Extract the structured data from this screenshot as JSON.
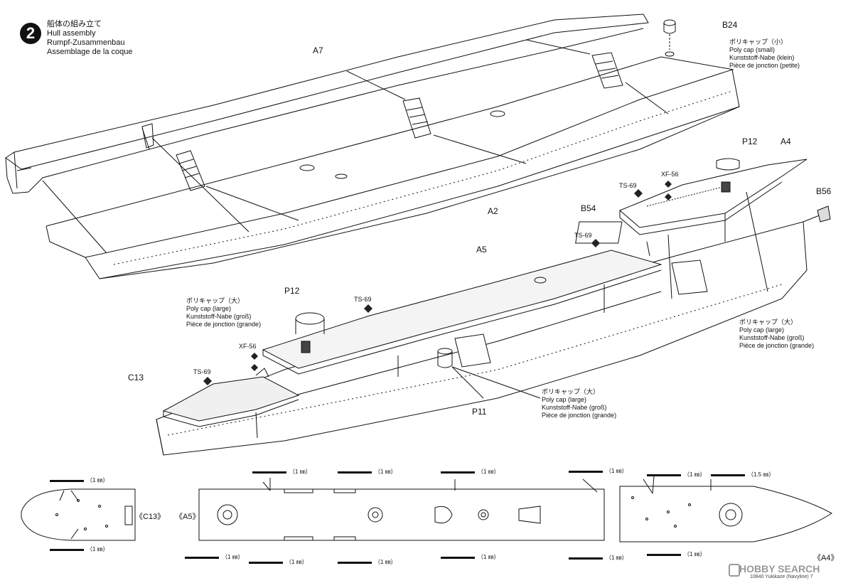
{
  "step": {
    "number": "2",
    "title_jp": "船体の組み立て",
    "title_en": "Hull assembly",
    "title_de": "Rumpf-Zusammenbau",
    "title_fr": "Assemblage de la coque"
  },
  "parts": {
    "b24": "B24",
    "a7": "A7",
    "a2": "A2",
    "p12_top": "P12",
    "a4": "A4",
    "b56": "B56",
    "b54": "B54",
    "a5": "A5",
    "p12_mid": "P12",
    "c13": "C13",
    "p11": "P11"
  },
  "paints": {
    "ts69_a": "TS-69",
    "ts69_b": "TS-69",
    "ts69_c": "TS-69",
    "ts69_d": "TS-69",
    "xf56_a": "XF-56",
    "xf56_b": "XF-56"
  },
  "notes": {
    "small_cap": {
      "jp": "ポリキャップ（小）",
      "en": "Poly cap (small)",
      "de": "Kunststoff-Nabe (klein)",
      "fr": "Pièce de jonction (petite)"
    },
    "large_cap_left": {
      "jp": "ポリキャップ（大）",
      "en": "Poly cap (large)",
      "de": "Kunststoff-Nabe (groß)",
      "fr": "Pièce de jonction (grande)"
    },
    "large_cap_right": {
      "jp": "ポリキャップ（大）",
      "en": "Poly cap (large)",
      "de": "Kunststoff-Nabe (groß)",
      "fr": "Pièce de jonction (grande)"
    },
    "large_cap_bottom": {
      "jp": "ポリキャップ（大）",
      "en": "Poly cap (large)",
      "de": "Kunststoff-Nabe (groß)",
      "fr": "Pièce de jonction (grande)"
    }
  },
  "drill": {
    "d1": "（1 ㎜）",
    "d2": "（1 ㎜）",
    "d3": "（1 ㎜）",
    "d4": "（1 ㎜）",
    "d5": "（1 ㎜）",
    "d6": "（1 ㎜）",
    "d7": "（1 ㎜）",
    "d8": "（1 ㎜）",
    "d9": "（1 ㎜）",
    "d10": "（1 ㎜）",
    "d11": "（1 ㎜）",
    "d12": "（1 ㎜）",
    "d13": "（1.5 ㎜）",
    "d14": "（1 ㎜）"
  },
  "views": {
    "c13": "《C13》",
    "a5": "《A5》",
    "a4": "《A4》"
  },
  "footer": {
    "code": "10840 Yukikaze (Navyline)  7",
    "watermark": "HOBBY SEARCH"
  }
}
